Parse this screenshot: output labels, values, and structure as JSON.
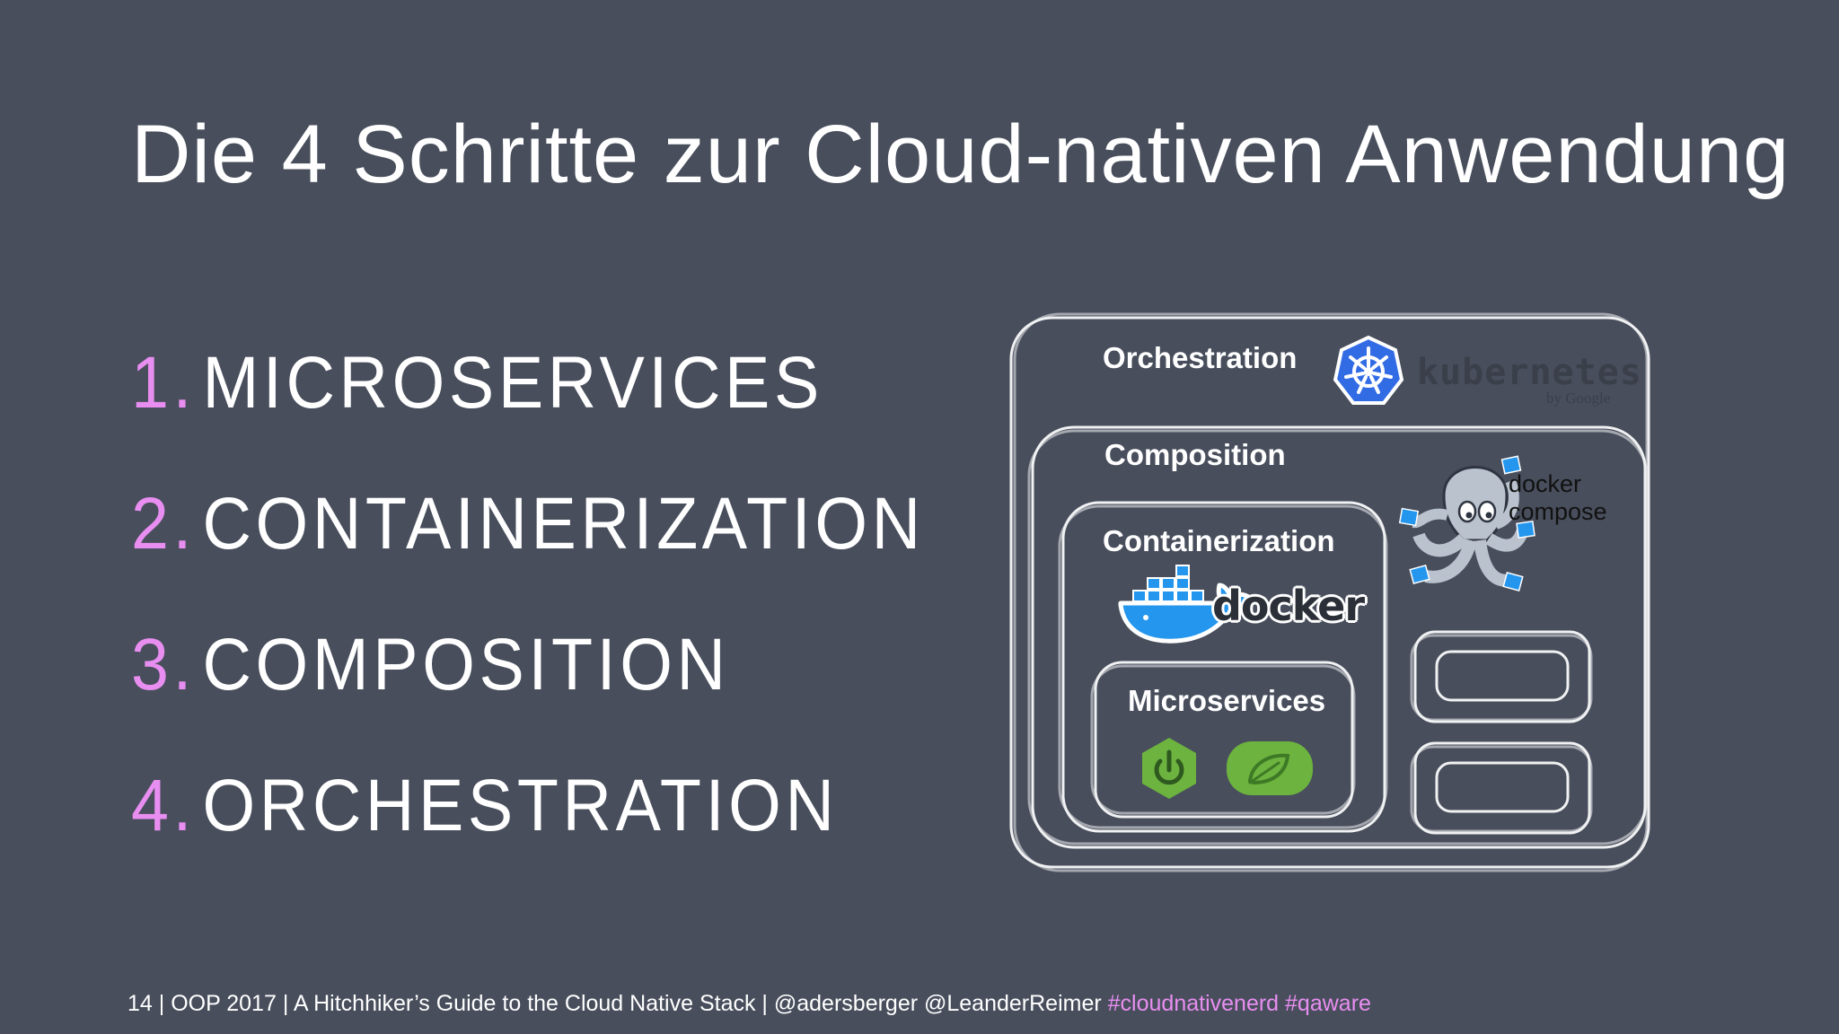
{
  "slide": {
    "title": "Die 4 Schritte zur Cloud-nativen Anwendung"
  },
  "steps": [
    {
      "number": "1.",
      "label": "MICROSERVICES"
    },
    {
      "number": "2.",
      "label": "CONTAINERIZATION"
    },
    {
      "number": "3.",
      "label": "COMPOSITION"
    },
    {
      "number": "4.",
      "label": "ORCHESTRATION"
    }
  ],
  "diagram": {
    "orchestration_label": "Orchestration",
    "composition_label": "Composition",
    "containerization_label": "Containerization",
    "microservices_label": "Microservices",
    "kubernetes_wordmark": "kubernetes",
    "kubernetes_sub": "by Google",
    "docker_wordmark": "docker",
    "docker_compose_line1": "docker",
    "docker_compose_line2": "compose",
    "icons": [
      "kubernetes-icon",
      "docker-icon",
      "docker-compose-octopus-icon",
      "spring-boot-icon",
      "spring-icon"
    ]
  },
  "footer": {
    "text": "14 | OOP 2017 | A Hitchhiker’s Guide to the Cloud Native Stack | @adersberger @LeanderReimer",
    "tag1": "#cloudnativenerd",
    "tag2": "#qaware"
  },
  "colors": {
    "background": "#484e5c",
    "accent": "#e88ef0",
    "kubernetes_blue": "#326ce5",
    "docker_blue": "#2496ed",
    "spring_green": "#6db33f"
  }
}
